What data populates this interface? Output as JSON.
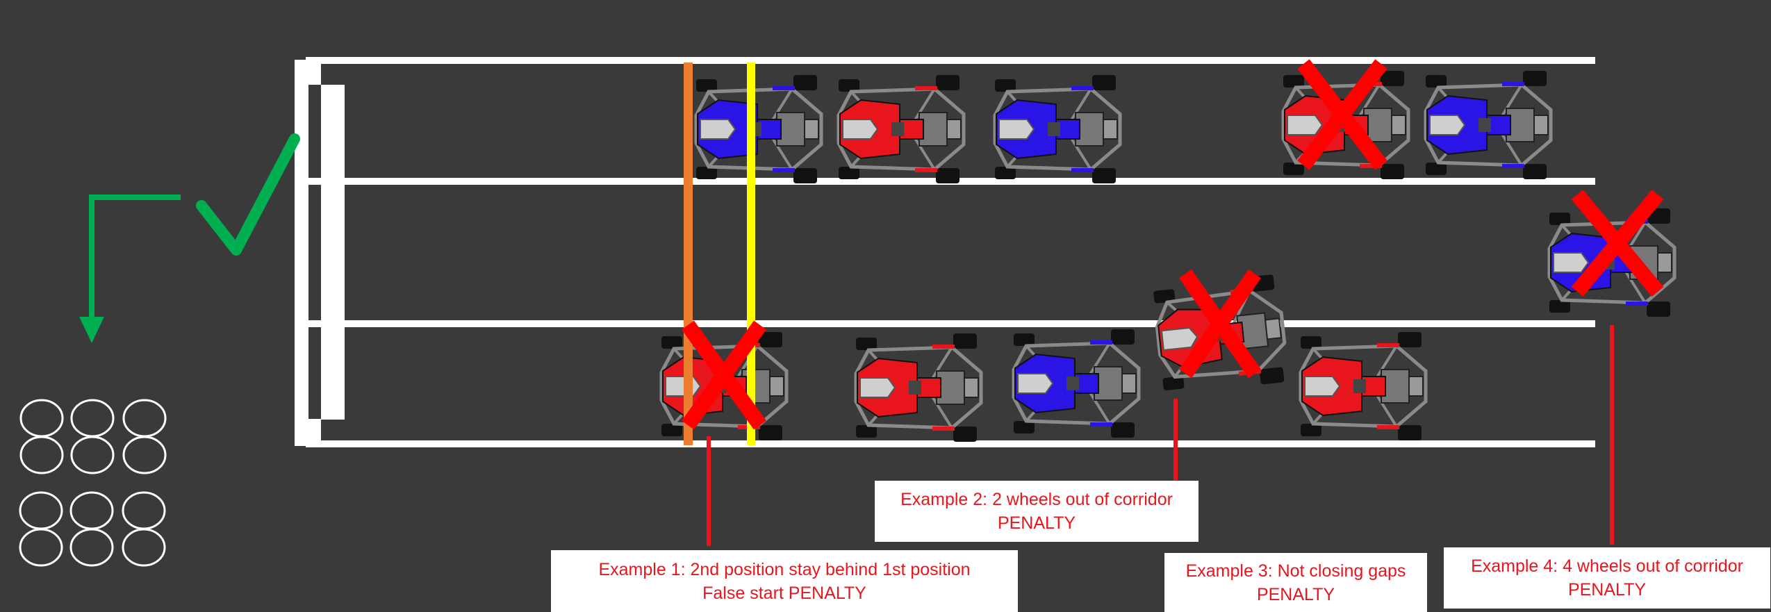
{
  "colors": {
    "background": "#3a3a3a",
    "track_lines": "#ffffff",
    "red_kart": "#e8161c",
    "blue_kart": "#2a14e6",
    "penalty_mark": "#ff0000",
    "green_arrow": "#00b050",
    "orange_line": "#ed7d31",
    "yellow_line": "#ffff00",
    "caption_text": "#e8161c"
  },
  "icons": [
    "checkmark-icon",
    "green-arrow-icon",
    "cross-mark-icon"
  ],
  "karts": [
    {
      "id": "top-1",
      "color": "blue",
      "penalty": false
    },
    {
      "id": "top-2",
      "color": "red",
      "penalty": false
    },
    {
      "id": "top-3",
      "color": "blue",
      "penalty": false
    },
    {
      "id": "top-4",
      "color": "red",
      "penalty": true
    },
    {
      "id": "top-5",
      "color": "blue",
      "penalty": false
    },
    {
      "id": "out-of-corridor",
      "color": "blue",
      "penalty": true
    },
    {
      "id": "bottom-1",
      "color": "red",
      "penalty": true
    },
    {
      "id": "bottom-2",
      "color": "red",
      "penalty": false
    },
    {
      "id": "bottom-3",
      "color": "blue",
      "penalty": false
    },
    {
      "id": "bottom-4",
      "color": "red",
      "penalty": true
    },
    {
      "id": "bottom-5",
      "color": "red",
      "penalty": false
    }
  ],
  "captions": {
    "example1": {
      "line1": "Example 1: 2nd position stay behind 1st position",
      "line2": "False start PENALTY"
    },
    "example2": {
      "line1": "Example 2: 2 wheels out of corridor",
      "line2": "PENALTY"
    },
    "example3": {
      "line1": "Example 3: Not closing gaps",
      "line2": "PENALTY"
    },
    "example4": {
      "line1": "Example 4: 4 wheels out of corridor",
      "line2": "PENALTY"
    }
  }
}
